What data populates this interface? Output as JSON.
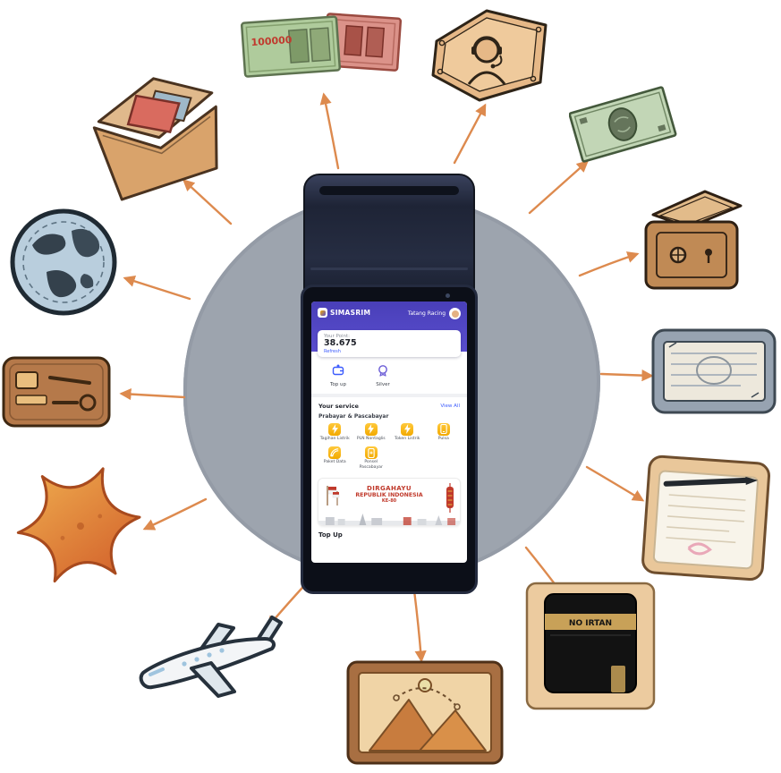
{
  "colors": {
    "header_purple": "#5a4ecf",
    "accent_blue": "#3b5bfd",
    "banner_red": "#c0392b",
    "arrow_orange": "#dd8a4e",
    "circle_gray": "#9da4ae",
    "device_navy": "#1e2436",
    "service_gold": "#f2a900"
  },
  "device_screen": {
    "brand": "SIMASRIM",
    "user": "Tatang Racing",
    "points": {
      "label": "Your Point:",
      "value": "38.675",
      "refresh": "Refresh"
    },
    "quick_actions": [
      {
        "label": "Top up"
      },
      {
        "label": "Silver"
      }
    ],
    "services_header": {
      "title": "Your service",
      "view_all": "View All"
    },
    "section_title": "Prabayar & Pascabayar",
    "services": [
      {
        "label": "Tagihan Listrik"
      },
      {
        "label": "PLN Nontaglis"
      },
      {
        "label": "Token Listrik"
      },
      {
        "label": "Pulsa"
      },
      {
        "label": "Paket Data"
      },
      {
        "label": "Ponsel Pascabayar"
      }
    ],
    "banner": {
      "line1": "DIRGAHAYU",
      "line2": "REPUBLIK INDONESIA",
      "line3": "KE-80"
    },
    "bottom_section": "Top Up"
  },
  "illustrations": {
    "banknote_value": "100000",
    "kaaba_band_text": "NO IRTAN",
    "item_names": [
      "wallet-with-cards",
      "rupiah-banknotes",
      "customer-service-agent",
      "dollar-bill",
      "cash-safe",
      "banknote-frame",
      "notebook-with-pen",
      "kaaba",
      "landscape-picture",
      "airplane",
      "starfish",
      "toolbox",
      "globe"
    ]
  }
}
